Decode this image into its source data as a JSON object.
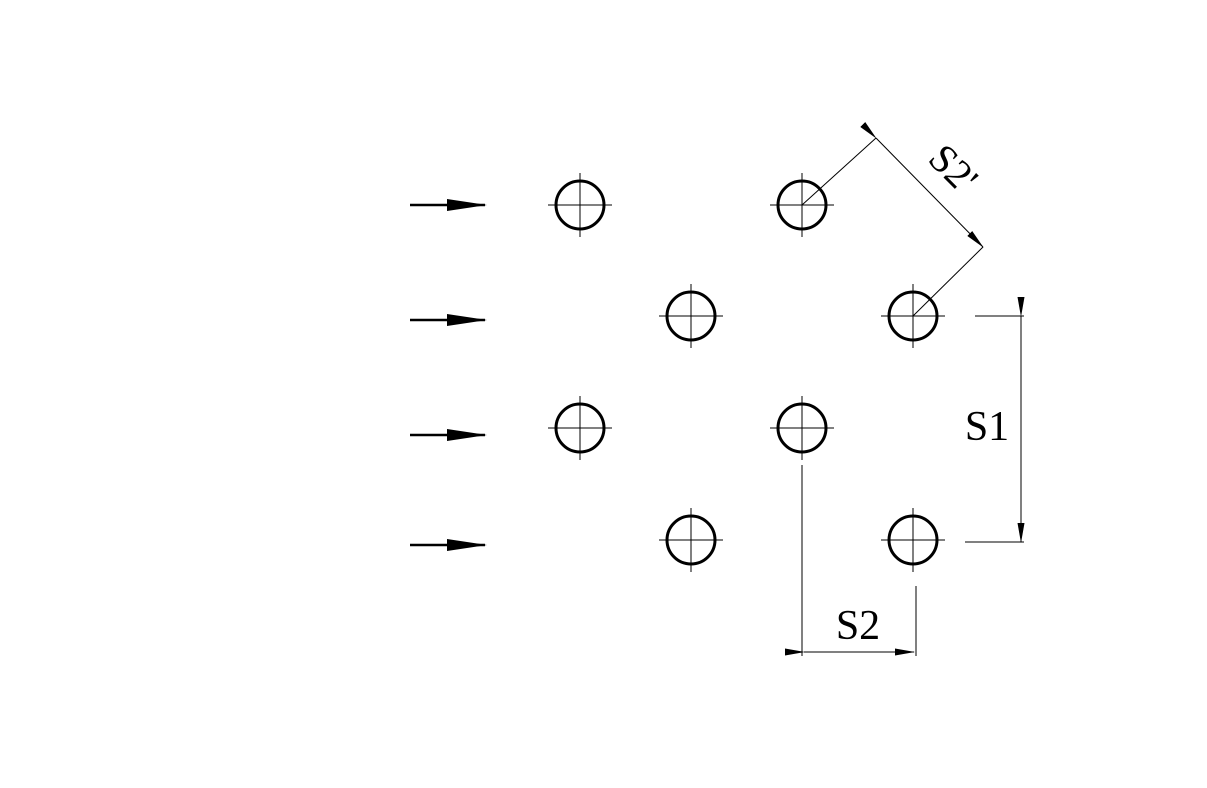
{
  "diagram": {
    "labels": {
      "transverse_pitch": "S1",
      "longitudinal_pitch": "S2",
      "diagonal_pitch": "S2'"
    },
    "flow_arrow_count": 4,
    "tube_rows": [
      {
        "row": 1,
        "tubes": 2
      },
      {
        "row": 2,
        "tubes": 2
      },
      {
        "row": 3,
        "tubes": 2
      },
      {
        "row": 4,
        "tubes": 2
      }
    ],
    "arrangement": "staggered",
    "line_color": "#000000",
    "background": "#ffffff"
  }
}
